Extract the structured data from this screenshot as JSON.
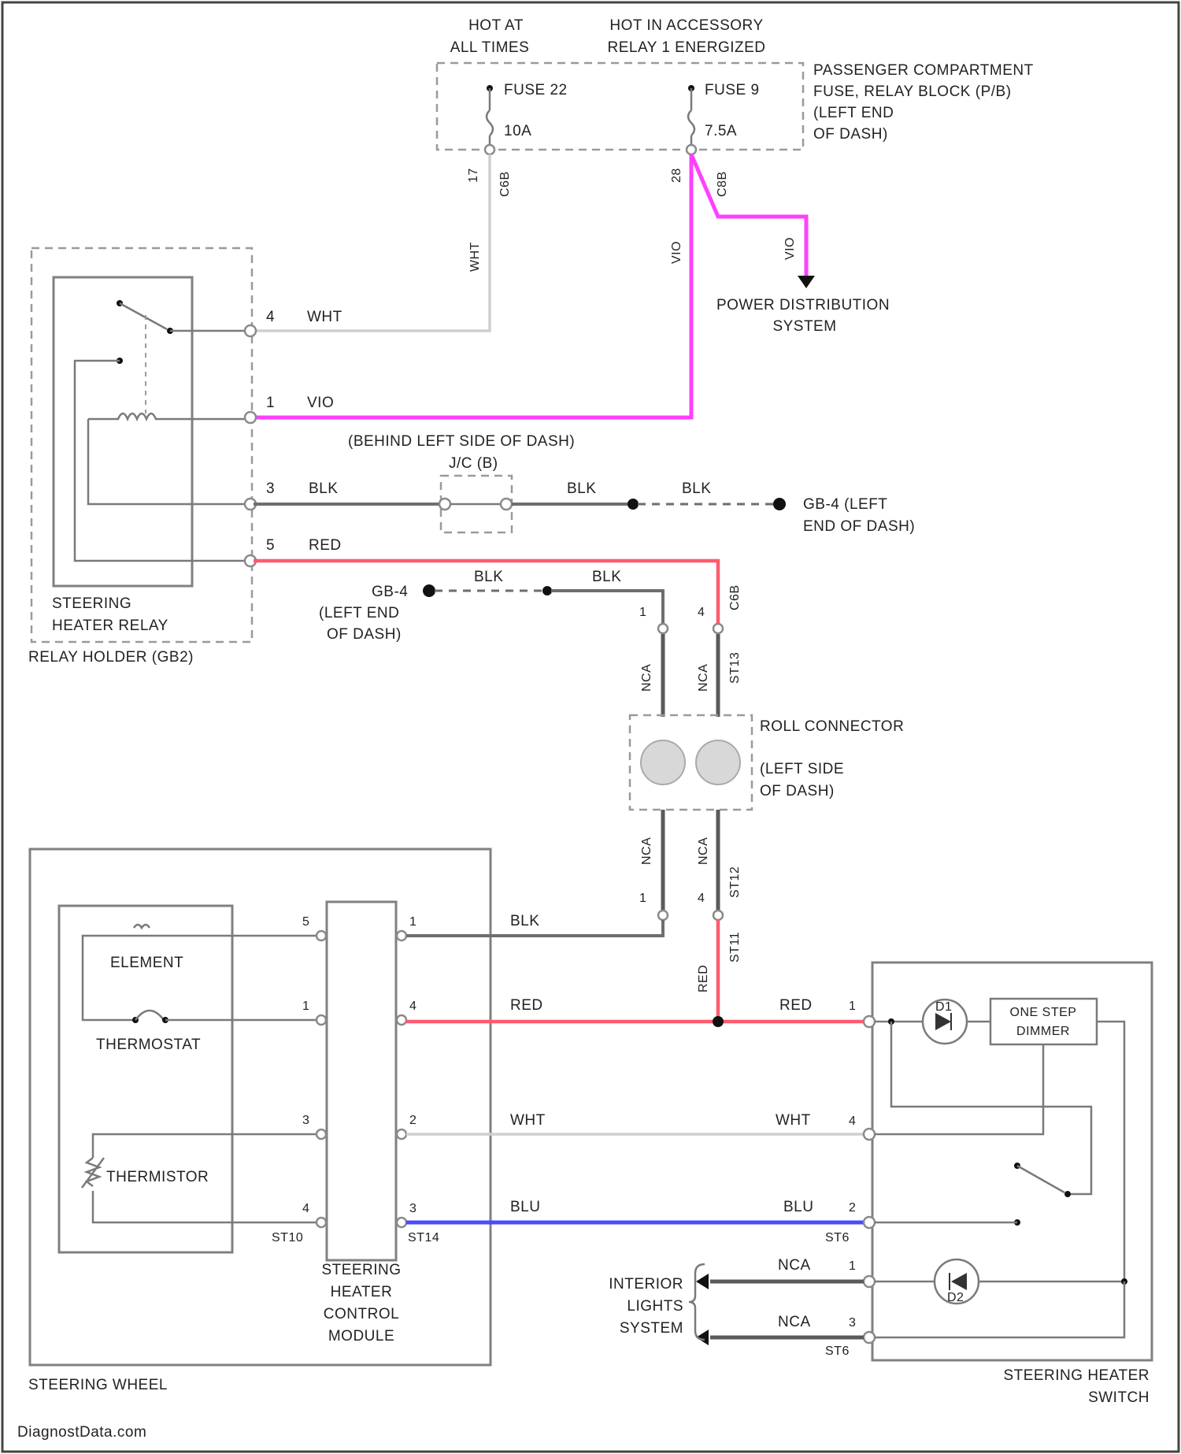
{
  "power": {
    "hot_at_all_times_1": "HOT AT",
    "hot_at_all_times_2": "ALL TIMES",
    "hot_accessory_1": "HOT IN ACCESSORY",
    "hot_accessory_2": "RELAY 1 ENERGIZED"
  },
  "fuse_block": {
    "label_1": "PASSENGER COMPARTMENT",
    "label_2": "FUSE, RELAY BLOCK (P/B)",
    "label_3": "(LEFT END",
    "label_4": "OF DASH)",
    "fuse22_name": "FUSE 22",
    "fuse22_rating": "10A",
    "fuse9_name": "FUSE 9",
    "fuse9_rating": "7.5A",
    "pin_17": "17",
    "conn_c6": "C6B",
    "pin_28": "28",
    "conn_c8": "C8B"
  },
  "wires": {
    "wht": "WHT",
    "vio": "VIO",
    "blk": "BLK",
    "red": "RED",
    "blu": "BLU",
    "nca": "NCA"
  },
  "power_distribution": {
    "line_1": "POWER DISTRIBUTION",
    "line_2": "SYSTEM"
  },
  "relay": {
    "pin_4": "4",
    "pin_1": "1",
    "pin_3": "3",
    "pin_5": "5",
    "name_1": "STEERING",
    "name_2": "HEATER RELAY",
    "holder": "RELAY HOLDER (GB2)"
  },
  "junction": {
    "location": "(BEHIND LEFT SIDE OF DASH)",
    "name": "J/C (B)"
  },
  "ground": {
    "g1_1": "GB-4 (LEFT",
    "g1_2": "END OF DASH)",
    "g2_1": "GB-4",
    "g2_2": "(LEFT END",
    "g2_3": "OF DASH)"
  },
  "connectors": {
    "c6b": "C6B",
    "st13": "ST13",
    "st12": "ST12",
    "st11": "ST11",
    "st10": "ST10",
    "st14": "ST14",
    "st6": "ST6",
    "pin_1": "1",
    "pin_4": "4"
  },
  "roll_connector": {
    "name": "ROLL CONNECTOR",
    "loc_1": "(LEFT SIDE",
    "loc_2": "OF DASH)"
  },
  "steering_wheel": {
    "element": "ELEMENT",
    "thermostat": "THERMOSTAT",
    "thermistor": "THERMISTOR",
    "name": "STEERING WHEEL",
    "module_1": "STEERING",
    "module_2": "HEATER",
    "module_3": "CONTROL",
    "module_4": "MODULE",
    "lpin_5": "5",
    "lpin_1": "1",
    "lpin_3": "3",
    "lpin_4": "4",
    "rpin_1": "1",
    "rpin_4": "4",
    "rpin_2": "2",
    "rpin_3": "3"
  },
  "switch": {
    "dimmer_1": "ONE STEP",
    "dimmer_2": "DIMMER",
    "led1": "D1",
    "led2": "D2",
    "name_1": "STEERING HEATER",
    "name_2": "SWITCH",
    "pin_1a": "1",
    "pin_4": "4",
    "pin_2": "2",
    "pin_1b": "1",
    "pin_3": "3"
  },
  "interior": {
    "line_1": "INTERIOR",
    "line_2": "LIGHTS",
    "line_3": "SYSTEM"
  },
  "footer": {
    "brand": "DiagnostData.com"
  },
  "colors": {
    "violet_wire": "#ff40ff",
    "red_wire": "#ff5a6e",
    "blue_wire": "#4a4aff",
    "black_wire": "#6e6e6e",
    "white_wire": "#cfcfcf"
  }
}
